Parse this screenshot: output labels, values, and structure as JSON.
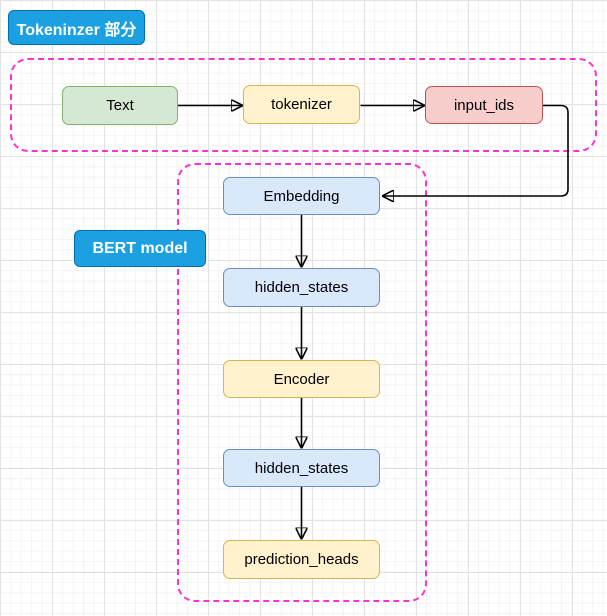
{
  "diagram": {
    "labels": {
      "tokenizer_section": "Tokeninzer 部分",
      "bert_model": "BERT model"
    },
    "nodes": {
      "text": "Text",
      "tokenizer": "tokenizer",
      "input_ids": "input_ids",
      "embedding": "Embedding",
      "hidden_states_1": "hidden_states",
      "encoder": "Encoder",
      "hidden_states_2": "hidden_states",
      "prediction_heads": "prediction_heads"
    },
    "colors": {
      "label_fill": "#1ba1e2",
      "label_border": "#006eaf",
      "green_fill": "#d5e8d4",
      "green_border": "#82b366",
      "yellow_fill": "#fff2cc",
      "yellow_border": "#d6b656",
      "red_fill": "#f8cecc",
      "red_border": "#b85450",
      "blue_fill": "#dae8fc",
      "blue_border": "#6c8ebf",
      "container_border": "#ff33cc",
      "arrow": "#000000"
    }
  }
}
